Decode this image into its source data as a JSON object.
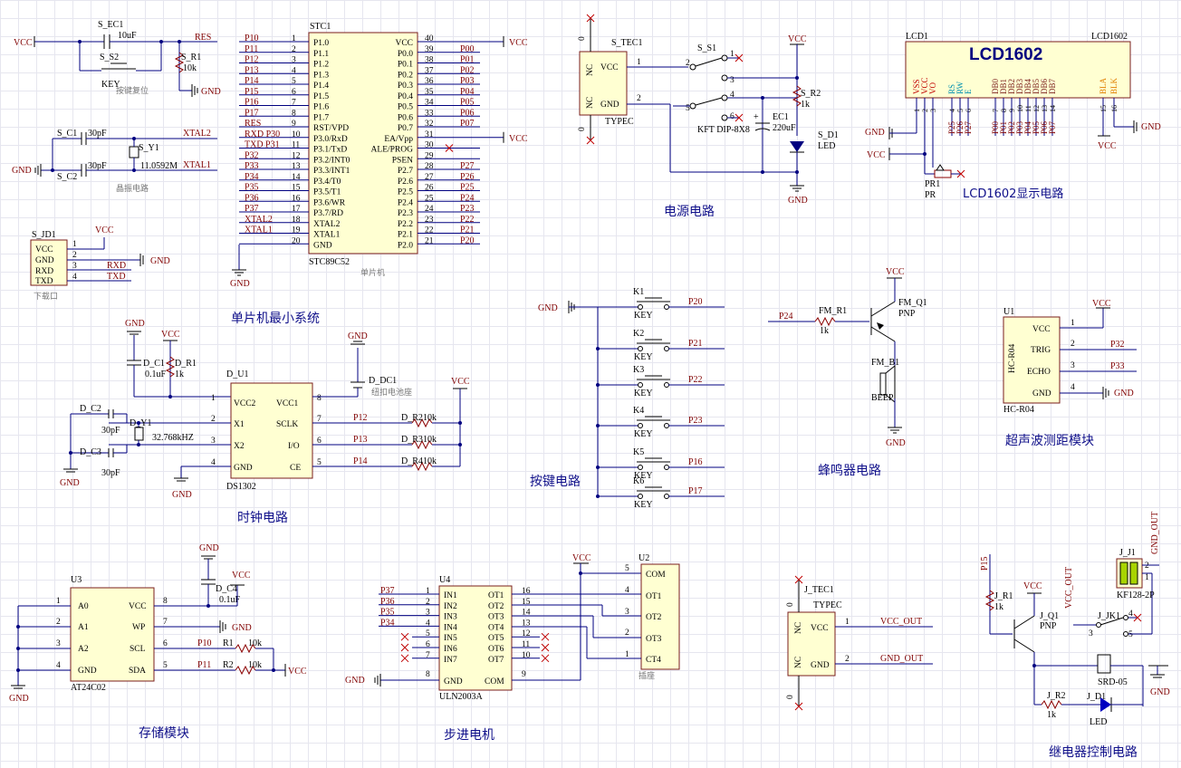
{
  "section_titles": {
    "mcu": "单片机最小系统",
    "power": "电源电路",
    "lcd": "LCD1602显示电路",
    "clock": "时钟电路",
    "keys": "按键电路",
    "buzzer": "蜂鸣器电路",
    "ultrasonic": "超声波测距模块",
    "storage": "存储模块",
    "stepper": "步进电机",
    "relay": "继电器控制电路"
  },
  "nets": {
    "vcc": "VCC",
    "gnd": "GND",
    "res": "RES",
    "xtal1": "XTAL1",
    "xtal2": "XTAL2",
    "rxd": "RXD",
    "txd": "TXD",
    "vcc_out": "VCC_OUT",
    "gnd_out": "GND_OUT"
  },
  "reset": {
    "cap_des": "S_EC1",
    "cap_val": "10uF",
    "sw_des": "S_S2",
    "sw_val": "KEY",
    "res_des": "S_R1",
    "res_val": "10k",
    "caption": "按键复位"
  },
  "crystal": {
    "c1_des": "S_C1",
    "c1_val": "30pF",
    "c2_des": "S_C2",
    "c2_val": "30pF",
    "y_des": "S_Y1",
    "y_val": "11.0592M",
    "caption": "晶振电路"
  },
  "download": {
    "des": "S_JD1",
    "pins": [
      "VCC",
      "GND",
      "RXD",
      "TXD"
    ],
    "nums": [
      "1",
      "2",
      "3",
      "4"
    ],
    "caption": "下载口"
  },
  "mcu": {
    "des": "STC1",
    "part": "STC89C52",
    "caption": "单片机",
    "left_pins": [
      {
        "n": "1",
        "name": "P1.0",
        "net": "P10"
      },
      {
        "n": "2",
        "name": "P1.1",
        "net": "P11"
      },
      {
        "n": "3",
        "name": "P1.2",
        "net": "P12"
      },
      {
        "n": "4",
        "name": "P1.3",
        "net": "P13"
      },
      {
        "n": "5",
        "name": "P1.4",
        "net": "P14"
      },
      {
        "n": "6",
        "name": "P1.5",
        "net": "P15"
      },
      {
        "n": "7",
        "name": "P1.6",
        "net": "P16"
      },
      {
        "n": "8",
        "name": "P1.7",
        "net": "P17"
      },
      {
        "n": "9",
        "name": "RST/VPD",
        "net": "RES"
      },
      {
        "n": "10",
        "name": "P3.0/RxD",
        "net": "RXD P30"
      },
      {
        "n": "11",
        "name": "P3.1/TxD",
        "net": "TXD P31"
      },
      {
        "n": "12",
        "name": "P3.2/INT0",
        "net": "P32"
      },
      {
        "n": "13",
        "name": "P3.3/INT1",
        "net": "P33"
      },
      {
        "n": "14",
        "name": "P3.4/T0",
        "net": "P34"
      },
      {
        "n": "15",
        "name": "P3.5/T1",
        "net": "P35"
      },
      {
        "n": "16",
        "name": "P3.6/WR",
        "net": "P36"
      },
      {
        "n": "17",
        "name": "P3.7/RD",
        "net": "P37"
      },
      {
        "n": "18",
        "name": "XTAL2",
        "net": "XTAL2"
      },
      {
        "n": "19",
        "name": "XTAL1",
        "net": "XTAL1"
      },
      {
        "n": "20",
        "name": "GND",
        "net": ""
      }
    ],
    "right_pins": [
      {
        "n": "40",
        "name": "VCC",
        "net": "VCC"
      },
      {
        "n": "39",
        "name": "P0.0",
        "net": "P00"
      },
      {
        "n": "38",
        "name": "P0.1",
        "net": "P01"
      },
      {
        "n": "37",
        "name": "P0.2",
        "net": "P02"
      },
      {
        "n": "36",
        "name": "P0.3",
        "net": "P03"
      },
      {
        "n": "35",
        "name": "P0.4",
        "net": "P04"
      },
      {
        "n": "34",
        "name": "P0.5",
        "net": "P05"
      },
      {
        "n": "33",
        "name": "P0.6",
        "net": "P06"
      },
      {
        "n": "32",
        "name": "P0.7",
        "net": "P07"
      },
      {
        "n": "31",
        "name": "EA/Vpp",
        "net": "VCC"
      },
      {
        "n": "30",
        "name": "ALE/PROG",
        "net": ""
      },
      {
        "n": "29",
        "name": "PSEN",
        "net": ""
      },
      {
        "n": "28",
        "name": "P2.7",
        "net": "P27"
      },
      {
        "n": "27",
        "name": "P2.6",
        "net": "P26"
      },
      {
        "n": "26",
        "name": "P2.5",
        "net": "P25"
      },
      {
        "n": "25",
        "name": "P2.4",
        "net": "P24"
      },
      {
        "n": "24",
        "name": "P2.3",
        "net": "P23"
      },
      {
        "n": "23",
        "name": "P2.2",
        "net": "P22"
      },
      {
        "n": "22",
        "name": "P2.1",
        "net": "P21"
      },
      {
        "n": "21",
        "name": "P2.0",
        "net": "P20"
      }
    ]
  },
  "power": {
    "conn_des": "S_TEC1",
    "conn_part": "TYPEC",
    "pin_nc": "NC",
    "pin_vcc": "VCC",
    "pin_gnd": "GND",
    "sw_des": "S_S1",
    "sw_part": "KFT DIP-8X8",
    "r_des": "S_R2",
    "r_val": "1k",
    "ec_des": "EC1",
    "ec_val": "220uF",
    "led_des": "S_D1",
    "led_val": "LED"
  },
  "lcd": {
    "des": "LCD1",
    "part": "LCD1602",
    "title": "LCD1602",
    "pins": [
      "VSS",
      "VCC",
      "VO",
      "RS",
      "RW",
      "E",
      "DB0",
      "DB1",
      "DB2",
      "DB3",
      "DB4",
      "DB5",
      "DB6",
      "DB7",
      "BLA",
      "BLK"
    ],
    "nets": [
      "P25",
      "P26",
      "P27",
      "P00",
      "P01",
      "P02",
      "P03",
      "P04",
      "P05",
      "P06",
      "P07"
    ],
    "pot_des": "PR1",
    "pot_part": "PR"
  },
  "clock": {
    "des": "D_U1",
    "part": "DS1302",
    "c1_des": "D_C1",
    "c1_val": "0.1uF",
    "r1_des": "D_R1",
    "r1_val": "1k",
    "c2_des": "D_C2",
    "c2_val": "30pF",
    "c3_des": "D_C3",
    "c3_val": "30pF",
    "y_des": "D_Y1",
    "y_val": "32.768kHZ",
    "bat_des": "D_DC1",
    "bat_val": "纽扣电池座",
    "r2": "D_R2",
    "r3": "D_R3",
    "r4": "D_R4",
    "rval": "10k",
    "pins_left": [
      "VCC2",
      "X1",
      "X2",
      "GND"
    ],
    "pins_right": [
      "VCC1",
      "SCLK",
      "I/O",
      "CE"
    ],
    "nets": [
      "P12",
      "P13",
      "P14"
    ]
  },
  "keys": {
    "items": [
      {
        "des": "K1",
        "val": "KEY",
        "net": "P20"
      },
      {
        "des": "K2",
        "val": "KEY",
        "net": "P21"
      },
      {
        "des": "K3",
        "val": "KEY",
        "net": "P22"
      },
      {
        "des": "K4",
        "val": "KEY",
        "net": "P23"
      },
      {
        "des": "K5",
        "val": "KEY",
        "net": "P16"
      },
      {
        "des": "K6",
        "val": "KEY",
        "net": "P17"
      }
    ]
  },
  "buzzer": {
    "net": "P24",
    "r_des": "FM_R1",
    "r_val": "1k",
    "q_des": "FM_Q1",
    "q_val": "PNP",
    "b_des": "FM_B1",
    "b_val": "BEEP"
  },
  "ultrasonic": {
    "des": "U1",
    "part": "HC-R04",
    "pins": [
      "VCC",
      "TRIG",
      "ECHO",
      "GND"
    ],
    "nets": [
      "P32",
      "P33"
    ]
  },
  "storage": {
    "des": "U3",
    "part": "AT24C02",
    "pins_left": [
      "A0",
      "A1",
      "A2",
      "GND"
    ],
    "pins_right": [
      "VCC",
      "WP",
      "SCL",
      "SDA"
    ],
    "c_des": "D_C4",
    "c_val": "0.1uF",
    "r1": "R1",
    "r2": "R2",
    "rval": "10k",
    "nets": [
      "P10",
      "P11"
    ]
  },
  "stepper": {
    "des": "U4",
    "part": "ULN2003A",
    "ins": [
      "IN1",
      "IN2",
      "IN3",
      "IN4",
      "IN5",
      "IN6",
      "IN7"
    ],
    "outs": [
      "OT1",
      "OT2",
      "OT3",
      "OT4",
      "OT5",
      "OT6",
      "OT7"
    ],
    "nets": [
      "P37",
      "P36",
      "P35",
      "P34"
    ],
    "conn_des": "U2",
    "conn_caption": "插座",
    "conn_pins": [
      "COM",
      "OT1",
      "OT2",
      "OT3",
      "CT4"
    ]
  },
  "typec2": {
    "des": "J_TEC1",
    "part": "TYPEC"
  },
  "relay": {
    "net": "P15",
    "r1_des": "J_R1",
    "r1_val": "1k",
    "q_des": "J_Q1",
    "q_val": "PNP",
    "jk_des": "J_JK1",
    "jk_part": "SRD-05",
    "r2_des": "J_R2",
    "r2_val": "1k",
    "led_des": "J_D1",
    "led_val": "LED",
    "j_des": "J_J1",
    "j_part": "KF128-2P"
  }
}
